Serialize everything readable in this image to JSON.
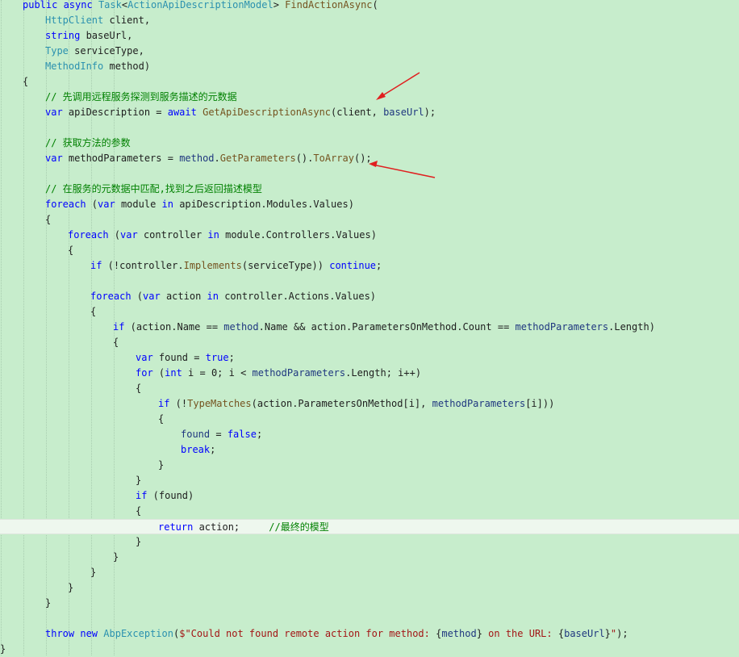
{
  "lines": [
    {
      "indent": 1,
      "tokens": [
        {
          "t": "public ",
          "c": "kw"
        },
        {
          "t": "async ",
          "c": "kw"
        },
        {
          "t": "Task",
          "c": "ty"
        },
        {
          "t": "<",
          "c": "pl"
        },
        {
          "t": "ActionApiDescriptionModel",
          "c": "ty"
        },
        {
          "t": "> ",
          "c": "pl"
        },
        {
          "t": "FindActionAsync",
          "c": "mt"
        },
        {
          "t": "(",
          "c": "pl"
        }
      ]
    },
    {
      "indent": 2,
      "tokens": [
        {
          "t": "HttpClient",
          "c": "ty"
        },
        {
          "t": " client,",
          "c": "pl"
        }
      ]
    },
    {
      "indent": 2,
      "tokens": [
        {
          "t": "string",
          "c": "kw"
        },
        {
          "t": " baseUrl,",
          "c": "pl"
        }
      ]
    },
    {
      "indent": 2,
      "tokens": [
        {
          "t": "Type",
          "c": "ty"
        },
        {
          "t": " serviceType,",
          "c": "pl"
        }
      ]
    },
    {
      "indent": 2,
      "tokens": [
        {
          "t": "MethodInfo",
          "c": "ty"
        },
        {
          "t": " method)",
          "c": "pl"
        }
      ]
    },
    {
      "indent": 1,
      "tokens": [
        {
          "t": "{",
          "c": "pl"
        }
      ]
    },
    {
      "indent": 2,
      "tokens": [
        {
          "t": "// 先调用远程服务探测到服务描述的元数据",
          "c": "cm"
        }
      ]
    },
    {
      "indent": 2,
      "tokens": [
        {
          "t": "var",
          "c": "kw"
        },
        {
          "t": " apiDescription = ",
          "c": "pl"
        },
        {
          "t": "await",
          "c": "kw"
        },
        {
          "t": " ",
          "c": "pl"
        },
        {
          "t": "GetApiDescriptionAsync",
          "c": "mt"
        },
        {
          "t": "(client, ",
          "c": "pl"
        },
        {
          "t": "baseUrl",
          "c": "vr"
        },
        {
          "t": ");",
          "c": "pl"
        }
      ]
    },
    {
      "indent": 0,
      "tokens": []
    },
    {
      "indent": 2,
      "tokens": [
        {
          "t": "// 获取方法的参数",
          "c": "cm"
        }
      ]
    },
    {
      "indent": 2,
      "tokens": [
        {
          "t": "var",
          "c": "kw"
        },
        {
          "t": " methodParameters = ",
          "c": "pl"
        },
        {
          "t": "method",
          "c": "vr"
        },
        {
          "t": ".",
          "c": "pl"
        },
        {
          "t": "GetParameters",
          "c": "mt"
        },
        {
          "t": "().",
          "c": "pl"
        },
        {
          "t": "ToArray",
          "c": "mt"
        },
        {
          "t": "();",
          "c": "pl"
        }
      ]
    },
    {
      "indent": 0,
      "tokens": []
    },
    {
      "indent": 2,
      "tokens": [
        {
          "t": "// 在服务的元数据中匹配,找到之后返回描述模型",
          "c": "cm"
        }
      ]
    },
    {
      "indent": 2,
      "tokens": [
        {
          "t": "foreach",
          "c": "kw"
        },
        {
          "t": " (",
          "c": "pl"
        },
        {
          "t": "var",
          "c": "kw"
        },
        {
          "t": " module ",
          "c": "pl"
        },
        {
          "t": "in",
          "c": "kw"
        },
        {
          "t": " apiDescription.Modules.Values)",
          "c": "pl"
        }
      ]
    },
    {
      "indent": 2,
      "tokens": [
        {
          "t": "{",
          "c": "pl"
        }
      ]
    },
    {
      "indent": 3,
      "tokens": [
        {
          "t": "foreach",
          "c": "kw"
        },
        {
          "t": " (",
          "c": "pl"
        },
        {
          "t": "var",
          "c": "kw"
        },
        {
          "t": " controller ",
          "c": "pl"
        },
        {
          "t": "in",
          "c": "kw"
        },
        {
          "t": " module.Controllers.Values)",
          "c": "pl"
        }
      ]
    },
    {
      "indent": 3,
      "tokens": [
        {
          "t": "{",
          "c": "pl"
        }
      ]
    },
    {
      "indent": 4,
      "tokens": [
        {
          "t": "if",
          "c": "kw"
        },
        {
          "t": " (!controller.",
          "c": "pl"
        },
        {
          "t": "Implements",
          "c": "mt"
        },
        {
          "t": "(serviceType)) ",
          "c": "pl"
        },
        {
          "t": "continue",
          "c": "kw"
        },
        {
          "t": ";",
          "c": "pl"
        }
      ]
    },
    {
      "indent": 0,
      "tokens": []
    },
    {
      "indent": 4,
      "tokens": [
        {
          "t": "foreach",
          "c": "kw"
        },
        {
          "t": " (",
          "c": "pl"
        },
        {
          "t": "var",
          "c": "kw"
        },
        {
          "t": " action ",
          "c": "pl"
        },
        {
          "t": "in",
          "c": "kw"
        },
        {
          "t": " controller.Actions.Values)",
          "c": "pl"
        }
      ]
    },
    {
      "indent": 4,
      "tokens": [
        {
          "t": "{",
          "c": "pl"
        }
      ]
    },
    {
      "indent": 5,
      "tokens": [
        {
          "t": "if",
          "c": "kw"
        },
        {
          "t": " (action.Name == ",
          "c": "pl"
        },
        {
          "t": "method",
          "c": "vr"
        },
        {
          "t": ".Name && action.ParametersOnMethod.Count == ",
          "c": "pl"
        },
        {
          "t": "methodParameters",
          "c": "vr"
        },
        {
          "t": ".Length)",
          "c": "pl"
        }
      ]
    },
    {
      "indent": 5,
      "tokens": [
        {
          "t": "{",
          "c": "pl"
        }
      ]
    },
    {
      "indent": 6,
      "tokens": [
        {
          "t": "var",
          "c": "kw"
        },
        {
          "t": " found = ",
          "c": "pl"
        },
        {
          "t": "true",
          "c": "kw"
        },
        {
          "t": ";",
          "c": "pl"
        }
      ]
    },
    {
      "indent": 6,
      "tokens": [
        {
          "t": "for",
          "c": "kw"
        },
        {
          "t": " (",
          "c": "pl"
        },
        {
          "t": "int",
          "c": "kw"
        },
        {
          "t": " i = 0; i < ",
          "c": "pl"
        },
        {
          "t": "methodParameters",
          "c": "vr"
        },
        {
          "t": ".Length; i++)",
          "c": "pl"
        }
      ]
    },
    {
      "indent": 6,
      "tokens": [
        {
          "t": "{",
          "c": "pl"
        }
      ]
    },
    {
      "indent": 7,
      "tokens": [
        {
          "t": "if",
          "c": "kw"
        },
        {
          "t": " (!",
          "c": "pl"
        },
        {
          "t": "TypeMatches",
          "c": "mt"
        },
        {
          "t": "(action.ParametersOnMethod[i], ",
          "c": "pl"
        },
        {
          "t": "methodParameters",
          "c": "vr"
        },
        {
          "t": "[i]))",
          "c": "pl"
        }
      ]
    },
    {
      "indent": 7,
      "tokens": [
        {
          "t": "{",
          "c": "pl"
        }
      ]
    },
    {
      "indent": 8,
      "tokens": [
        {
          "t": "found",
          "c": "vr"
        },
        {
          "t": " = ",
          "c": "pl"
        },
        {
          "t": "false",
          "c": "kw"
        },
        {
          "t": ";",
          "c": "pl"
        }
      ]
    },
    {
      "indent": 8,
      "tokens": [
        {
          "t": "break",
          "c": "kw"
        },
        {
          "t": ";",
          "c": "pl"
        }
      ]
    },
    {
      "indent": 7,
      "tokens": [
        {
          "t": "}",
          "c": "pl"
        }
      ]
    },
    {
      "indent": 6,
      "tokens": [
        {
          "t": "}",
          "c": "pl"
        }
      ]
    },
    {
      "indent": 6,
      "tokens": [
        {
          "t": "if",
          "c": "kw"
        },
        {
          "t": " (found)",
          "c": "pl"
        }
      ]
    },
    {
      "indent": 6,
      "tokens": [
        {
          "t": "{",
          "c": "pl"
        }
      ]
    },
    {
      "indent": 7,
      "current": true,
      "tokens": [
        {
          "t": "return",
          "c": "kw"
        },
        {
          "t": " action;     ",
          "c": "pl"
        },
        {
          "t": "//最终的模型",
          "c": "cm"
        }
      ]
    },
    {
      "indent": 6,
      "tokens": [
        {
          "t": "}",
          "c": "pl"
        }
      ]
    },
    {
      "indent": 5,
      "tokens": [
        {
          "t": "}",
          "c": "pl"
        }
      ]
    },
    {
      "indent": 4,
      "tokens": [
        {
          "t": "}",
          "c": "pl"
        }
      ]
    },
    {
      "indent": 3,
      "tokens": [
        {
          "t": "}",
          "c": "pl"
        }
      ]
    },
    {
      "indent": 2,
      "tokens": [
        {
          "t": "}",
          "c": "pl"
        }
      ]
    },
    {
      "indent": 0,
      "tokens": []
    },
    {
      "indent": 2,
      "tokens": [
        {
          "t": "throw",
          "c": "kw"
        },
        {
          "t": " ",
          "c": "pl"
        },
        {
          "t": "new",
          "c": "kw"
        },
        {
          "t": " ",
          "c": "pl"
        },
        {
          "t": "AbpException",
          "c": "ty"
        },
        {
          "t": "(",
          "c": "pl"
        },
        {
          "t": "$\"Could not found remote action for method: ",
          "c": "st"
        },
        {
          "t": "{",
          "c": "pl"
        },
        {
          "t": "method",
          "c": "vr"
        },
        {
          "t": "}",
          "c": "pl"
        },
        {
          "t": " on the URL: ",
          "c": "st"
        },
        {
          "t": "{",
          "c": "pl"
        },
        {
          "t": "baseUrl",
          "c": "vr"
        },
        {
          "t": "}",
          "c": "pl"
        },
        {
          "t": "\"",
          "c": "st"
        },
        {
          "t": ");",
          "c": "pl"
        }
      ]
    },
    {
      "indent": 0,
      "tokens": [
        {
          "t": "}",
          "c": "pl"
        }
      ]
    }
  ]
}
